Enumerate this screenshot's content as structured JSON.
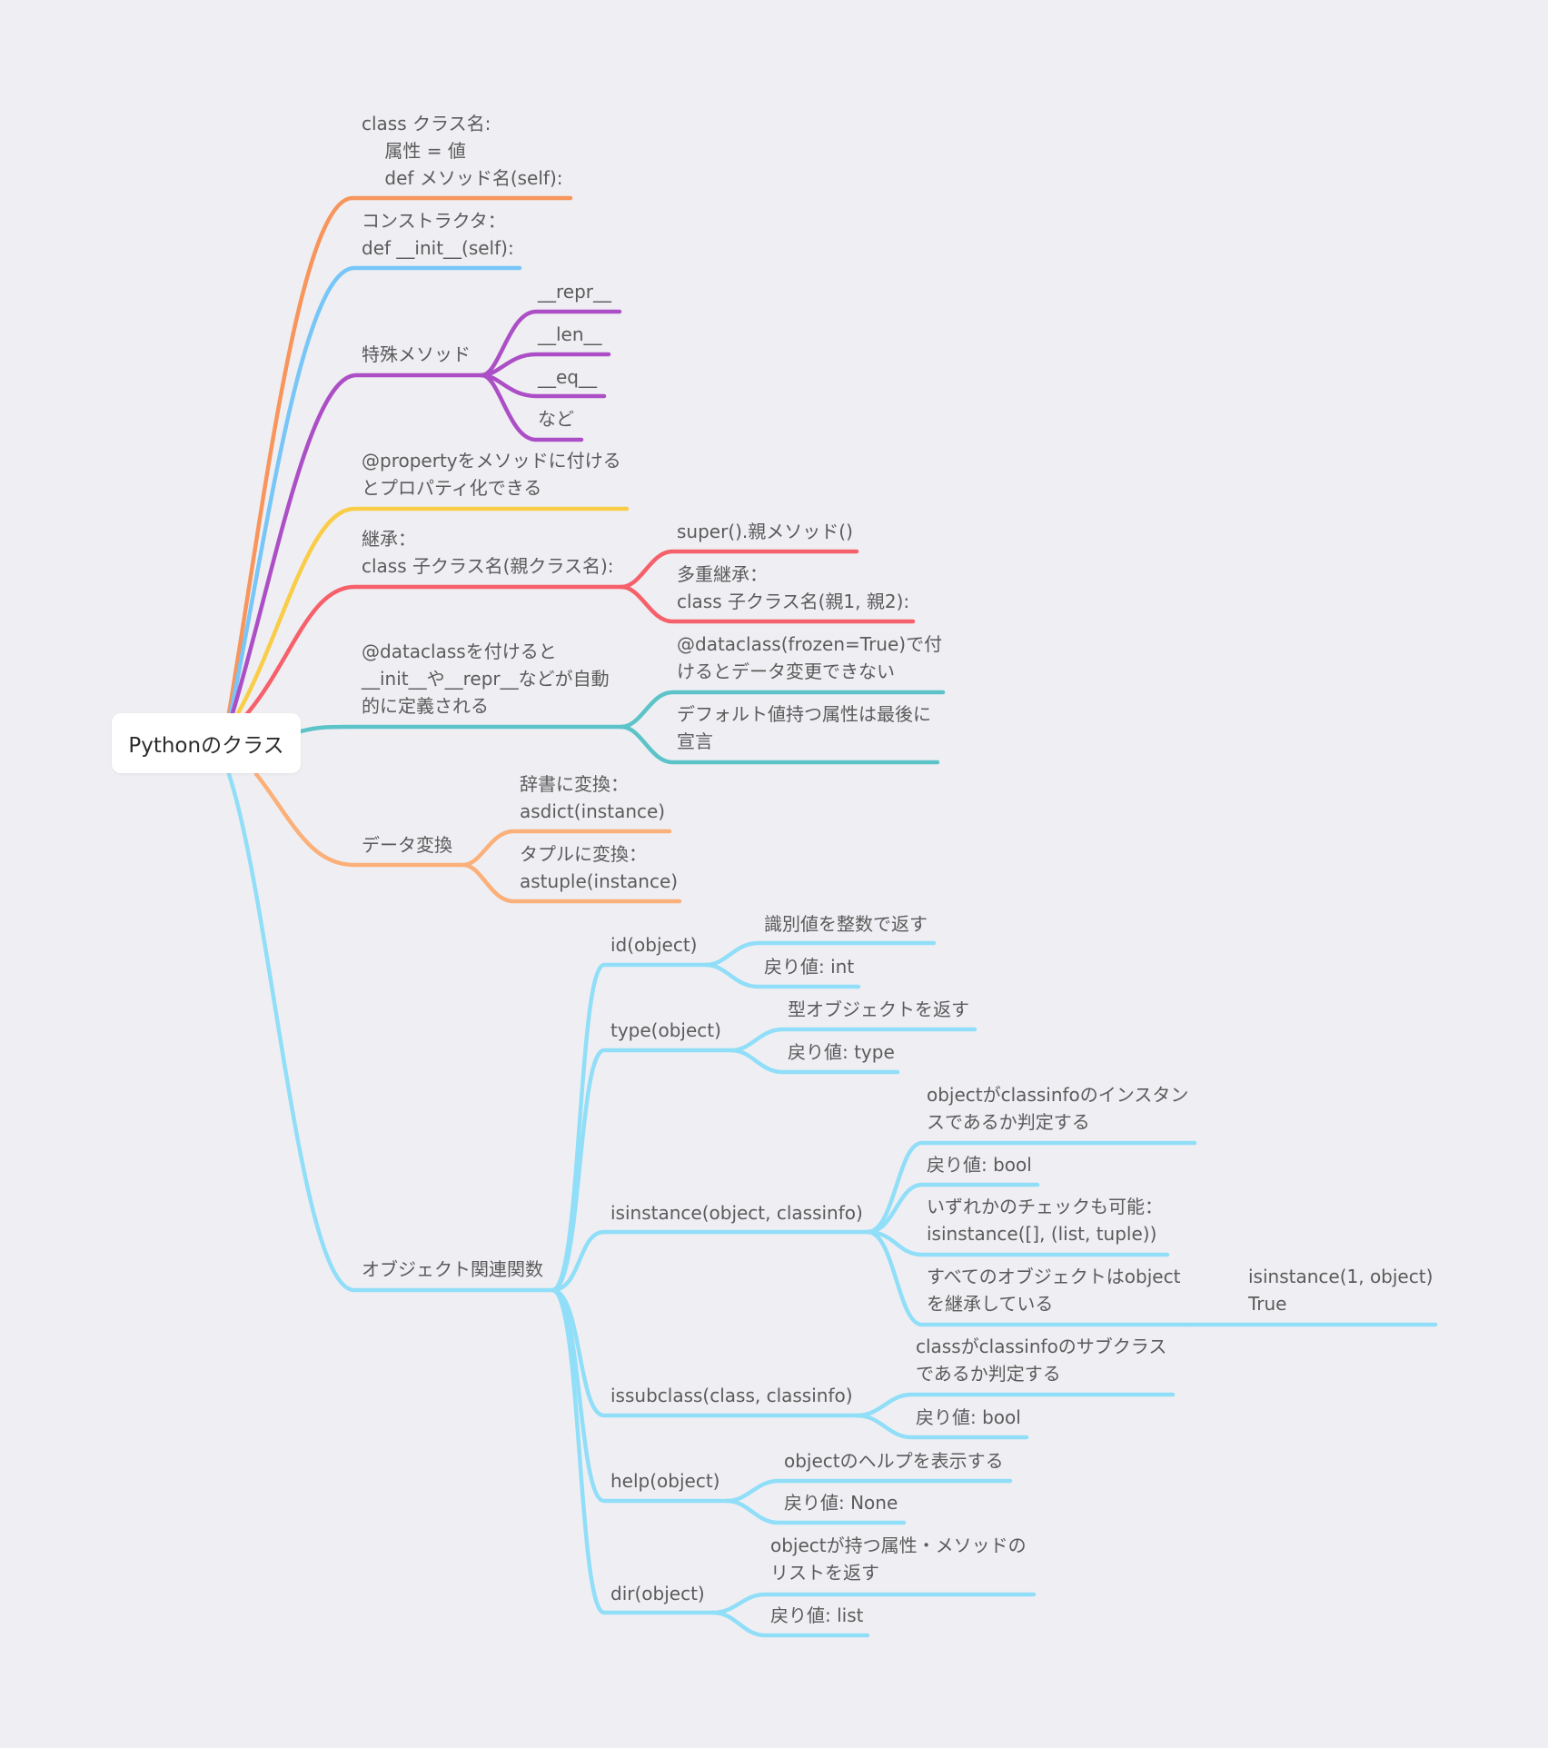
{
  "title": "Pythonのクラス",
  "colors": {
    "background": "#efeff3",
    "orange": "#f7955c",
    "blue": "#78c6f8",
    "purple": "#ac4fc6",
    "yellow": "#f9cd47",
    "red": "#f6606b",
    "teal": "#5cc3c8",
    "peach": "#fbb07a",
    "lightblue": "#91def8"
  },
  "nodes": {
    "class_def": "class クラス名:\n    属性 = 値\n    def メソッド名(self):",
    "constructor": "コンストラクタ：\ndef __init__(self):",
    "special": "特殊メソッド",
    "special_repr": "__repr__",
    "special_len": "__len__",
    "special_eq": "__eq__",
    "special_etc": "など",
    "property": "@propertyをメソッドに付ける\nとプロパティ化できる",
    "inherit": "継承：\nclass 子クラス名(親クラス名):",
    "inherit_super": "super().親メソッド()",
    "inherit_multi": "多重継承：\nclass 子クラス名(親1, 親2):",
    "dataclass": "@dataclassを付けると\n__init__や__repr__などが自動\n的に定義される",
    "dataclass_frozen": "@dataclass(frozen=True)で付\nけるとデータ変更できない",
    "dataclass_default": "デフォルト値持つ属性は最後に\n宣言",
    "convert": "データ変換",
    "convert_dict": "辞書に変換：\nasdict(instance)",
    "convert_tuple": "タプルに変換：\nastuple(instance)",
    "objfunc": "オブジェクト関連関数",
    "id": "id(object)",
    "id_desc": "識別値を整数で返す",
    "id_ret": "戻り値: int",
    "type": "type(object)",
    "type_desc": "型オブジェクトを返す",
    "type_ret": "戻り値: type",
    "isinstance": "isinstance(object, classinfo)",
    "isinstance_desc": "objectがclassinfoのインスタン\nスであるか判定する",
    "isinstance_ret": "戻り値: bool",
    "isinstance_tuple": "いずれかのチェックも可能：\nisinstance([], (list, tuple))",
    "isinstance_object": "すべてのオブジェクトはobject\nを継承している",
    "isinstance_example": "isinstance(1, object)\nTrue",
    "issubclass": "issubclass(class, classinfo)",
    "issubclass_desc": "classがclassinfoのサブクラス\nであるか判定する",
    "issubclass_ret": "戻り値: bool",
    "help": "help(object)",
    "help_desc": "objectのヘルプを表示する",
    "help_ret": "戻り値: None",
    "dir": "dir(object)",
    "dir_desc": "objectが持つ属性・メソッドの\nリストを返す",
    "dir_ret": "戻り値: list"
  }
}
